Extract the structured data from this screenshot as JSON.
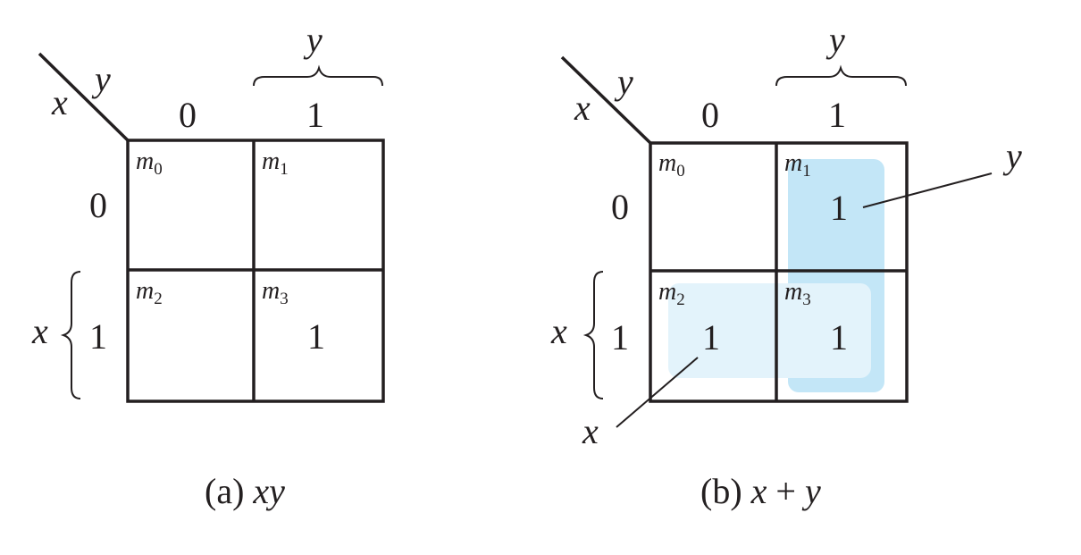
{
  "colors": {
    "ink": "#231f20",
    "group_y": "#c3e6f7",
    "group_x": "#e3f3fb"
  },
  "map_a": {
    "corner": {
      "row_var": "x",
      "col_var": "y"
    },
    "col_brace_label": "y",
    "row_brace_label": "x",
    "col_headers": [
      "0",
      "1"
    ],
    "row_headers": [
      "0",
      "1"
    ],
    "cells": [
      {
        "minterm": "m",
        "index": "0",
        "value": ""
      },
      {
        "minterm": "m",
        "index": "1",
        "value": ""
      },
      {
        "minterm": "m",
        "index": "2",
        "value": ""
      },
      {
        "minterm": "m",
        "index": "3",
        "value": "1"
      }
    ],
    "caption": {
      "prefix": "(a) ",
      "expr": "xy"
    }
  },
  "map_b": {
    "corner": {
      "row_var": "x",
      "col_var": "y"
    },
    "col_brace_label": "y",
    "row_brace_label": "x",
    "col_headers": [
      "0",
      "1"
    ],
    "row_headers": [
      "0",
      "1"
    ],
    "cells": [
      {
        "minterm": "m",
        "index": "0",
        "value": ""
      },
      {
        "minterm": "m",
        "index": "1",
        "value": "1"
      },
      {
        "minterm": "m",
        "index": "2",
        "value": "1"
      },
      {
        "minterm": "m",
        "index": "3",
        "value": "1"
      }
    ],
    "group_labels": {
      "y": "y",
      "x": "x"
    },
    "caption": {
      "prefix": "(b) ",
      "x": "x",
      "op": " + ",
      "y": "y"
    }
  }
}
